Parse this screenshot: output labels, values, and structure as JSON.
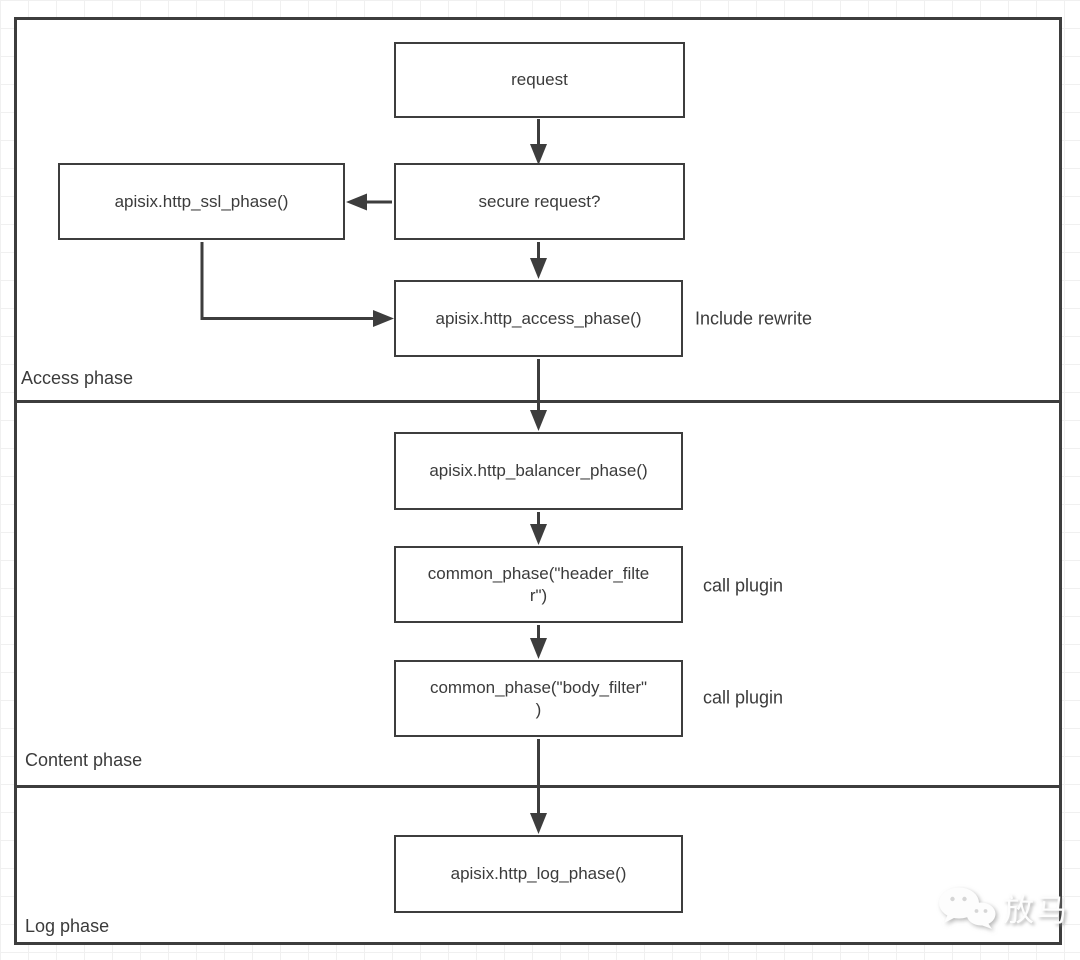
{
  "colors": {
    "line": "#3d3d3d",
    "text": "#3b3b3b",
    "grid": "#f0f0f0",
    "background": "#ffffff"
  },
  "sections": {
    "access": {
      "label": "Access phase"
    },
    "content": {
      "label": "Content phase"
    },
    "log": {
      "label": "Log phase"
    }
  },
  "nodes": {
    "request": {
      "lines": [
        "request"
      ]
    },
    "secure_request": {
      "lines": [
        "secure request?"
      ]
    },
    "ssl_phase": {
      "lines": [
        "apisix.http_ssl_phase()"
      ]
    },
    "access_phase": {
      "lines": [
        "apisix.http_access_phase()"
      ],
      "side_label": "Include rewrite"
    },
    "balancer_phase": {
      "lines": [
        "apisix.http_balancer_phase()"
      ]
    },
    "header_filter": {
      "lines": [
        "common_phase(\"header_filte",
        "r\")"
      ],
      "side_label": "call plugin"
    },
    "body_filter": {
      "lines": [
        "common_phase(\"body_filter\"",
        ")"
      ],
      "side_label": "call plugin"
    },
    "log_phase": {
      "lines": [
        "apisix.http_log_phase()"
      ]
    }
  },
  "watermark": {
    "text": "放马"
  }
}
